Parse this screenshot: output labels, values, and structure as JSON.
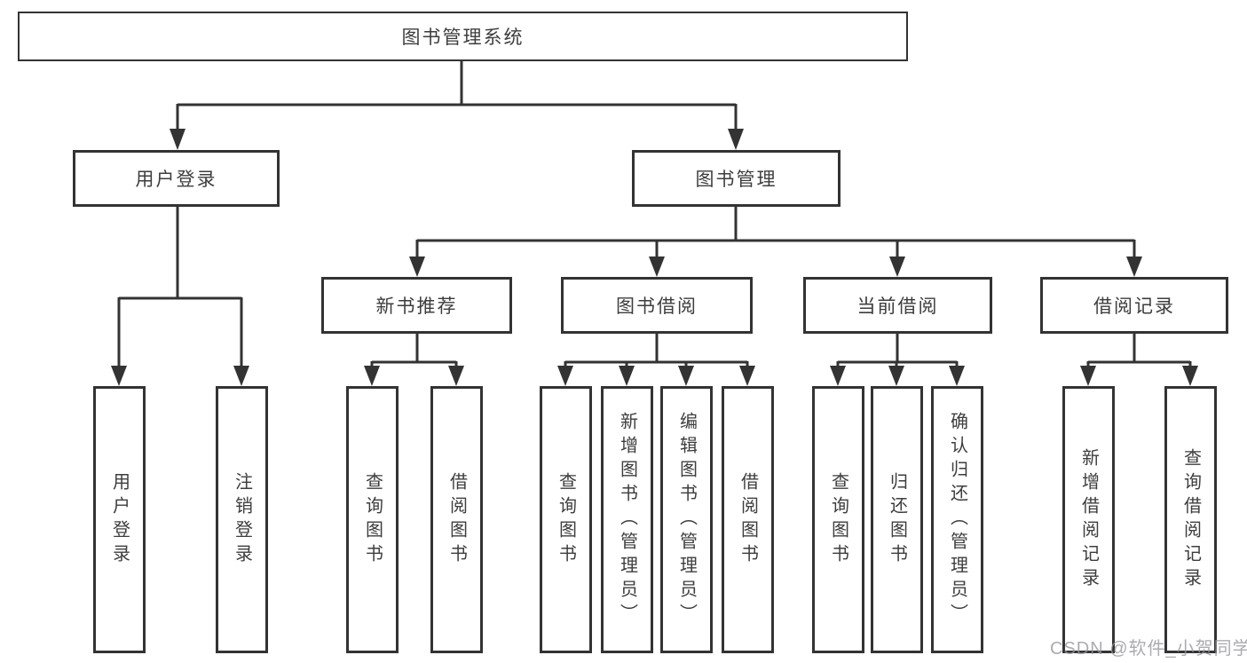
{
  "colors": {
    "line": "#333333",
    "box_border": "#333333",
    "text": "#3d3d3d",
    "background": "#ffffff",
    "watermark": "#9696a0"
  },
  "watermark": "CSDN @软件_小贺同学",
  "tree": {
    "root": {
      "label": "图书管理系统",
      "children": [
        {
          "label": "用户登录",
          "children": [
            {
              "label": "用户登录"
            },
            {
              "label": "注销登录"
            }
          ]
        },
        {
          "label": "图书管理",
          "children": [
            {
              "label": "新书推荐",
              "children": [
                {
                  "label": "查询图书"
                },
                {
                  "label": "借阅图书"
                }
              ]
            },
            {
              "label": "图书借阅",
              "children": [
                {
                  "label": "查询图书"
                },
                {
                  "label": "新增图书（管理员）"
                },
                {
                  "label": "编辑图书（管理员）"
                },
                {
                  "label": "借阅图书"
                }
              ]
            },
            {
              "label": "当前借阅",
              "children": [
                {
                  "label": "查询图书"
                },
                {
                  "label": "归还图书"
                },
                {
                  "label": "确认归还（管理员）"
                }
              ]
            },
            {
              "label": "借阅记录",
              "children": [
                {
                  "label": "新增借阅记录"
                },
                {
                  "label": "查询借阅记录"
                }
              ]
            }
          ]
        }
      ]
    }
  }
}
